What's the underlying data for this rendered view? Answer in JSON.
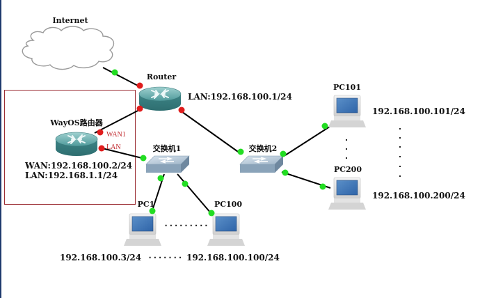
{
  "diagram": {
    "colors": {
      "port_up": "#22dd22",
      "port_down": "#e01c1c",
      "router_body": "#3f8a8c",
      "switch_body": "#8ea7bd",
      "group_border": "#9c2f35",
      "link": "#000000"
    },
    "nodes": {
      "internet": {
        "label": "Internet",
        "icon": "cloud-icon"
      },
      "router": {
        "label": "Router",
        "icon": "router-icon",
        "lan": "LAN:192.168.100.1/24"
      },
      "wayos": {
        "label": "WayOS路由器",
        "icon": "router-icon",
        "port_wan": "WAN1",
        "port_lan": "LAN",
        "wan": "WAN:192.168.100.2/24",
        "lan": "LAN:192.168.1.1/24"
      },
      "switch1": {
        "label": "交换机1",
        "icon": "switch-icon"
      },
      "switch2": {
        "label": "交换机2",
        "icon": "switch-icon"
      },
      "pc1": {
        "label": "PC1",
        "icon": "pc-icon",
        "ip": "192.168.100.3/24"
      },
      "pc100": {
        "label": "PC100",
        "icon": "pc-icon",
        "ip": "192.168.100.100/24"
      },
      "pc101": {
        "label": "PC101",
        "icon": "pc-icon",
        "ip": "192.168.100.101/24"
      },
      "pc200": {
        "label": "PC200",
        "icon": "pc-icon",
        "ip": "192.168.100.200/24"
      }
    },
    "ellipsis": {
      "between_pcs": "·········",
      "between_ips": "·······"
    }
  }
}
